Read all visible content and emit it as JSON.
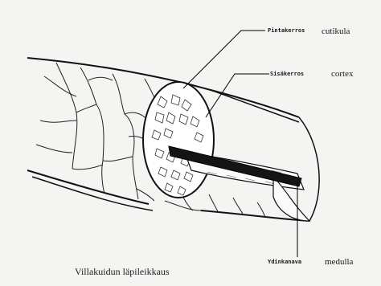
{
  "labels": [
    {
      "id": "pintakerros",
      "fi": "Pintakerros",
      "en": "cutikula"
    },
    {
      "id": "sisakerros",
      "fi": "Sisäkerros",
      "en": "cortex"
    },
    {
      "id": "ydinkanava",
      "fi": "Ydinkanava",
      "en": "medulla"
    }
  ],
  "caption": "Villakuidun läpileikkaus"
}
